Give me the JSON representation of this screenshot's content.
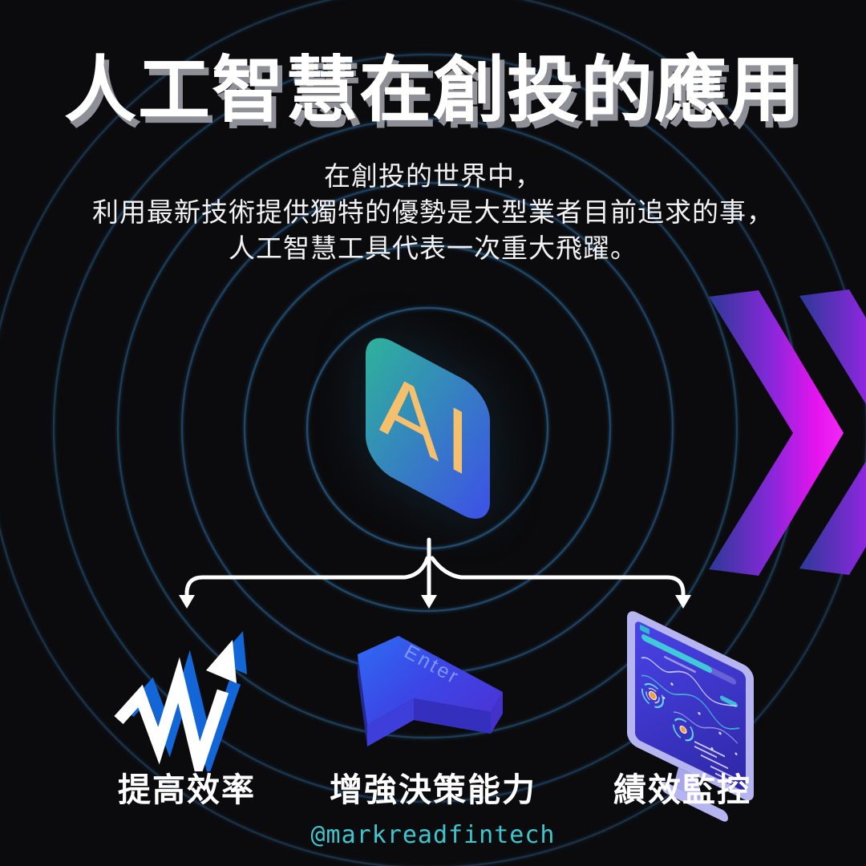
{
  "title": {
    "text": "人工智慧在創投的應用"
  },
  "subtitle": {
    "lines": [
      "在創投的世界中，",
      "利用最新技術提供獨特的優勢是大型業者目前追求的事，",
      "人工智慧工具代表一次重大飛躍。"
    ]
  },
  "ai_badge": {
    "label": "AI"
  },
  "branches": {
    "efficiency": {
      "label": "提高效率",
      "icon": "growth-zigzag-arrow-icon"
    },
    "decision": {
      "label": "增強決策能力",
      "icon": "enter-key-icon",
      "key_label": "Enter"
    },
    "monitoring": {
      "label": "績效監控",
      "icon": "dashboard-monitor-icon"
    }
  },
  "footer": {
    "handle": "@markreadfintech"
  },
  "colors": {
    "background": "#0b0b0d",
    "title_text": "#ffffff",
    "title_shadow": "#8f8f98",
    "ring_stroke": "#2e6da3",
    "badge_gradient_from": "#2fae9e",
    "badge_gradient_to": "#3c55e4",
    "badge_text": "#f5c06e",
    "connector": "#ffffff",
    "icon_blue": "#1266d8",
    "key_blue": "#2e6cf2",
    "key_purple": "#4936d8",
    "monitor_frame": "#b6b4f1",
    "screen_indigo": "#2f28a8",
    "screen_accent_teal": "#3fc9d9",
    "gauge_dot_orange": "#f0a13c",
    "chevron_dark_blue": "#2b3a97",
    "chevron_purple": "#8428d8",
    "chevron_magenta": "#f013f2",
    "handle_teal": "#3ec6cf"
  }
}
